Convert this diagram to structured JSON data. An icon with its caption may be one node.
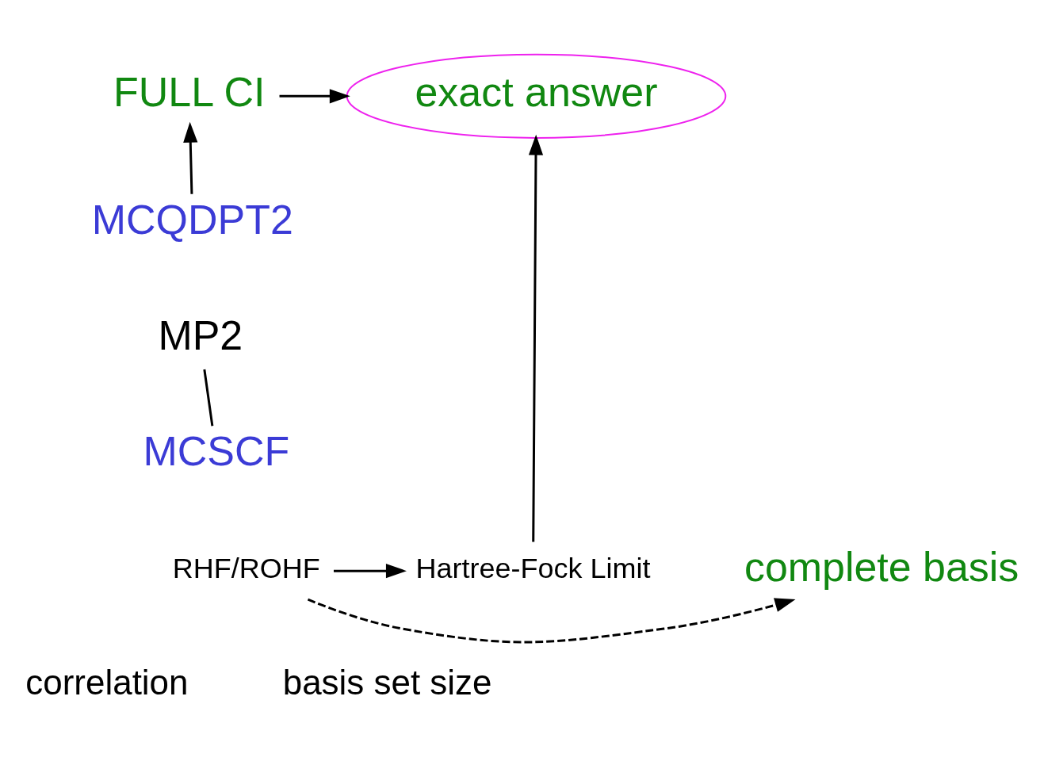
{
  "diagram": {
    "nodes": [
      {
        "text": [
          "FULL CI"
        ]
      },
      {
        "text": [
          "exact answer"
        ]
      },
      {
        "text": [
          "MCQDPT2"
        ]
      },
      {
        "text": [
          "MP2"
        ]
      },
      {
        "text": [
          "MCSCF"
        ]
      },
      {
        "text": [
          "RHF/ROHF"
        ]
      },
      {
        "text": [
          "Hartree-Fock Limit"
        ]
      },
      {
        "text": [
          "complete basis"
        ]
      }
    ],
    "edges": [
      {
        "from": 0,
        "to": 1,
        "arrow": "to"
      },
      {
        "from": 2,
        "to": 0,
        "arrow": "to"
      },
      {
        "from": 4,
        "to": 3,
        "arrow": "none"
      },
      {
        "from": 5,
        "to": 6,
        "arrow": "to"
      },
      {
        "from": 5,
        "to": 7,
        "arrow": "to",
        "style": "dashed"
      },
      {
        "from": 6,
        "to": 1,
        "arrow": "to"
      }
    ],
    "labels": [
      "correlation",
      "basis set size"
    ]
  }
}
